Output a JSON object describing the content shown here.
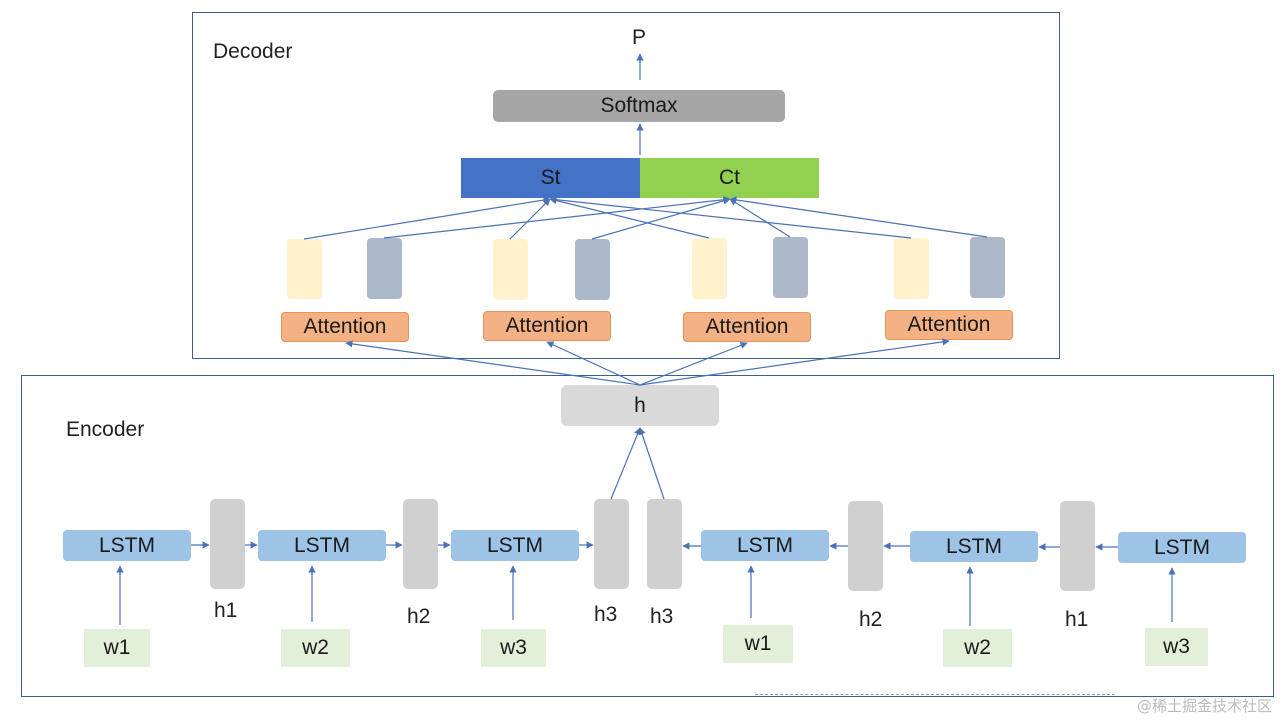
{
  "decoder": {
    "title": "Decoder",
    "output": "P",
    "softmax": "Softmax",
    "st": "St",
    "ct": "Ct",
    "attention": [
      "Attention",
      "Attention",
      "Attention",
      "Attention"
    ]
  },
  "encoder": {
    "title": "Encoder",
    "h": "h",
    "lstm": [
      "LSTM",
      "LSTM",
      "LSTM",
      "LSTM",
      "LSTM",
      "LSTM"
    ],
    "hidden": [
      "h1",
      "h2",
      "h3",
      "h3",
      "h2",
      "h1"
    ],
    "words": [
      "w1",
      "w2",
      "w3",
      "w1",
      "w2",
      "w3"
    ]
  },
  "watermark": "@稀土掘金技术社区",
  "colors": {
    "lstm": "#9dc3e6",
    "attention": "#f4b183",
    "st": "#4472c4",
    "ct": "#92d050",
    "softmax": "#a6a6a6",
    "arrow": "#4a72b8"
  }
}
